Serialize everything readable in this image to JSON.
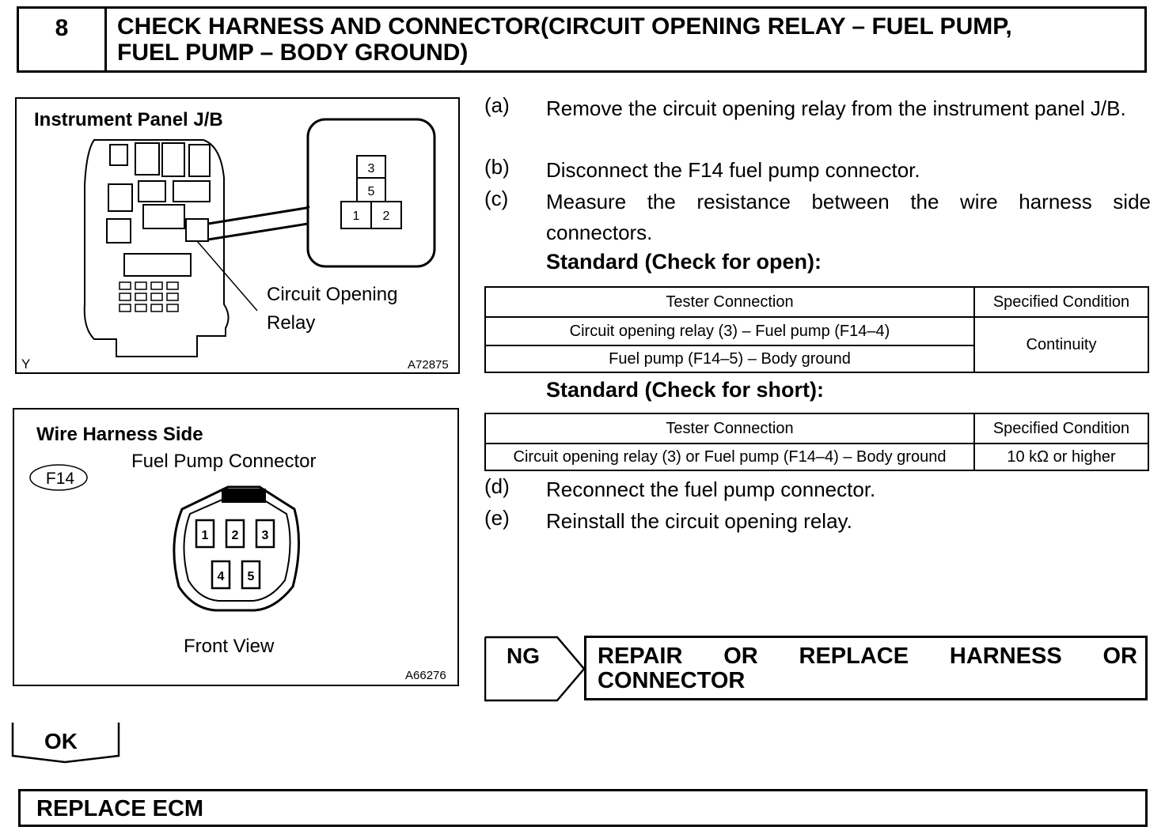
{
  "header": {
    "step_number": "8",
    "title_line1": "CHECK HARNESS AND CONNECTOR(CIRCUIT OPENING RELAY – FUEL PUMP,",
    "title_line2": "FUEL PUMP – BODY GROUND)"
  },
  "figure1": {
    "title": "Instrument Panel J/B",
    "relay_pins": [
      "3",
      "5",
      "1",
      "2"
    ],
    "callout_line1": "Circuit Opening",
    "callout_line2": "Relay",
    "corner_mark": "Y",
    "code": "A72875"
  },
  "figure2": {
    "title": "Wire Harness Side",
    "connector_id": "F14",
    "connector_name": "Fuel Pump Connector",
    "pins": [
      "1",
      "2",
      "3",
      "4",
      "5"
    ],
    "view_label": "Front View",
    "code": "A66276"
  },
  "steps": [
    {
      "letter": "(a)",
      "text": "Remove the circuit opening relay from the instrument panel J/B."
    },
    {
      "letter": "(b)",
      "text": "Disconnect the F14 fuel pump connector."
    },
    {
      "letter": "(c)",
      "text": "Measure the resistance between the wire harness side connectors."
    },
    {
      "letter": "(d)",
      "text": "Reconnect the fuel pump connector."
    },
    {
      "letter": "(e)",
      "text": "Reinstall the circuit opening relay."
    }
  ],
  "standard_open": {
    "label": "Standard (Check for open):",
    "headers": [
      "Tester Connection",
      "Specified Condition"
    ],
    "rows": [
      [
        "Circuit opening relay (3) – Fuel pump (F14–4)"
      ],
      [
        "Fuel pump (F14–5) – Body ground"
      ]
    ],
    "condition": "Continuity"
  },
  "standard_short": {
    "label": "Standard (Check for short):",
    "headers": [
      "Tester Connection",
      "Specified Condition"
    ],
    "rows": [
      [
        "Circuit opening relay (3) or Fuel pump (F14–4) – Body ground",
        "10 kΩ or higher"
      ]
    ]
  },
  "ng": {
    "label": "NG",
    "action": "REPAIR OR REPLACE HARNESS OR CONNECTOR"
  },
  "ok": {
    "label": "OK"
  },
  "final": {
    "action": "REPLACE ECM"
  }
}
